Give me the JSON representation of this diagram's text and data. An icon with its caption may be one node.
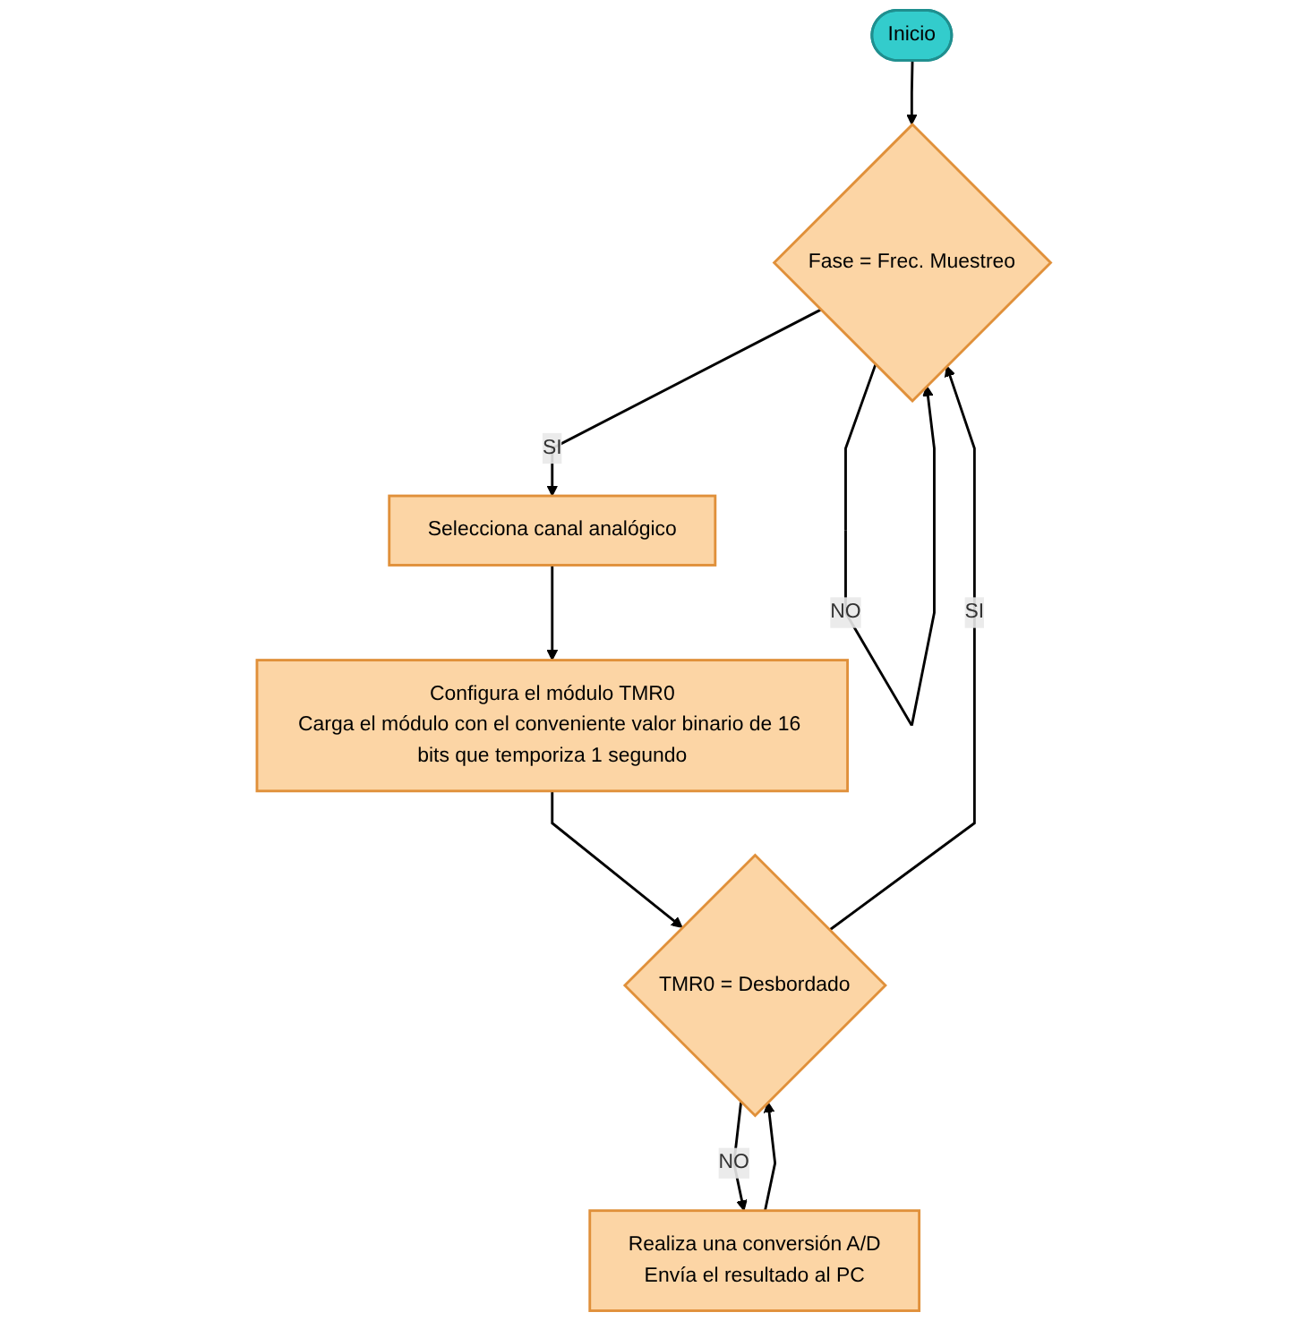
{
  "diagram": {
    "nodes": [
      {
        "text": [
          "Inicio"
        ]
      },
      {
        "text": [
          "Fase = Frec. Muestreo"
        ]
      },
      {
        "text": [
          "Selecciona canal analógico"
        ]
      },
      {
        "text": [
          "Configura el módulo TMR0",
          "Carga el módulo con el conveniente valor binario de 16 bits que temporiza 1 segundo"
        ]
      },
      {
        "text": [
          "TMR0 = Desbordado"
        ]
      },
      {
        "text": [
          "Realiza una conversión A/D",
          "Envía el resultado al PC"
        ]
      }
    ],
    "edges": [
      {
        "from": 0,
        "to": 1,
        "arrow": "to"
      },
      {
        "from": 1,
        "to": 1,
        "arrow": "to",
        "label": "NO"
      },
      {
        "from": 1,
        "to": 2,
        "arrow": "to",
        "label": "SI"
      },
      {
        "from": 2,
        "to": 3,
        "arrow": "to"
      },
      {
        "from": 3,
        "to": 4,
        "arrow": "to"
      },
      {
        "from": 4,
        "to": 1,
        "arrow": "to",
        "label": "SI"
      },
      {
        "from": 4,
        "to": 5,
        "arrow": "to",
        "label": "NO"
      },
      {
        "from": 5,
        "to": 4,
        "arrow": "to"
      }
    ]
  }
}
